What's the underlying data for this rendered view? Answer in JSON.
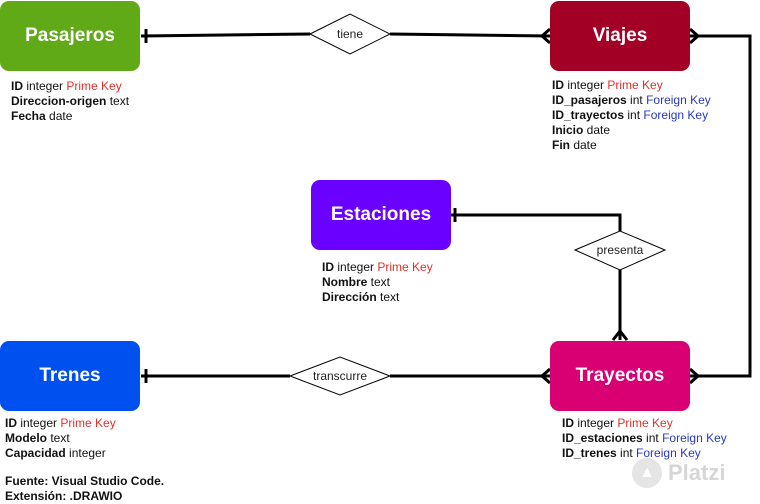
{
  "entities": {
    "pasajeros": {
      "name": "Pasajeros",
      "color": "#60a917",
      "attrs": [
        {
          "name": "ID",
          "type": "integer",
          "key": "Prime Key"
        },
        {
          "name": "Direccion-origen",
          "type": "text",
          "key": ""
        },
        {
          "name": "Fecha",
          "type": "date",
          "key": ""
        }
      ]
    },
    "viajes": {
      "name": "Viajes",
      "color": "#a20025",
      "attrs": [
        {
          "name": "ID",
          "type": "integer",
          "key": "Prime Key"
        },
        {
          "name": "ID_pasajeros",
          "type": "int",
          "key": "Foreign Key"
        },
        {
          "name": "ID_trayectos",
          "type": "int",
          "key": "Foreign Key"
        },
        {
          "name": "Inicio",
          "type": "date",
          "key": ""
        },
        {
          "name": "Fin",
          "type": "date",
          "key": ""
        }
      ]
    },
    "estaciones": {
      "name": "Estaciones",
      "color": "#6a00ff",
      "attrs": [
        {
          "name": "ID",
          "type": "integer",
          "key": "Prime Key"
        },
        {
          "name": "Nombre",
          "type": "text",
          "key": ""
        },
        {
          "name": "Dirección",
          "type": "text",
          "key": ""
        }
      ]
    },
    "trenes": {
      "name": "Trenes",
      "color": "#0050ef",
      "attrs": [
        {
          "name": "ID",
          "type": "integer",
          "key": "Prime Key"
        },
        {
          "name": "Modelo",
          "type": "text",
          "key": ""
        },
        {
          "name": "Capacidad",
          "type": "integer",
          "key": ""
        }
      ]
    },
    "trayectos": {
      "name": "Trayectos",
      "color": "#d80073",
      "attrs": [
        {
          "name": "ID",
          "type": "integer",
          "key": "Prime Key"
        },
        {
          "name": "ID_estaciones",
          "type": "int",
          "key": "Foreign Key"
        },
        {
          "name": "ID_trenes",
          "type": "int",
          "key": "Foreign Key"
        }
      ]
    }
  },
  "relationships": {
    "tiene": "tiene",
    "presenta": "presenta",
    "transcurre": "transcurre"
  },
  "note": {
    "line1": "Fuente: Visual Studio Code.",
    "line2": "Extensión: .DRAWIO"
  },
  "watermark": {
    "text": "Platzi"
  }
}
